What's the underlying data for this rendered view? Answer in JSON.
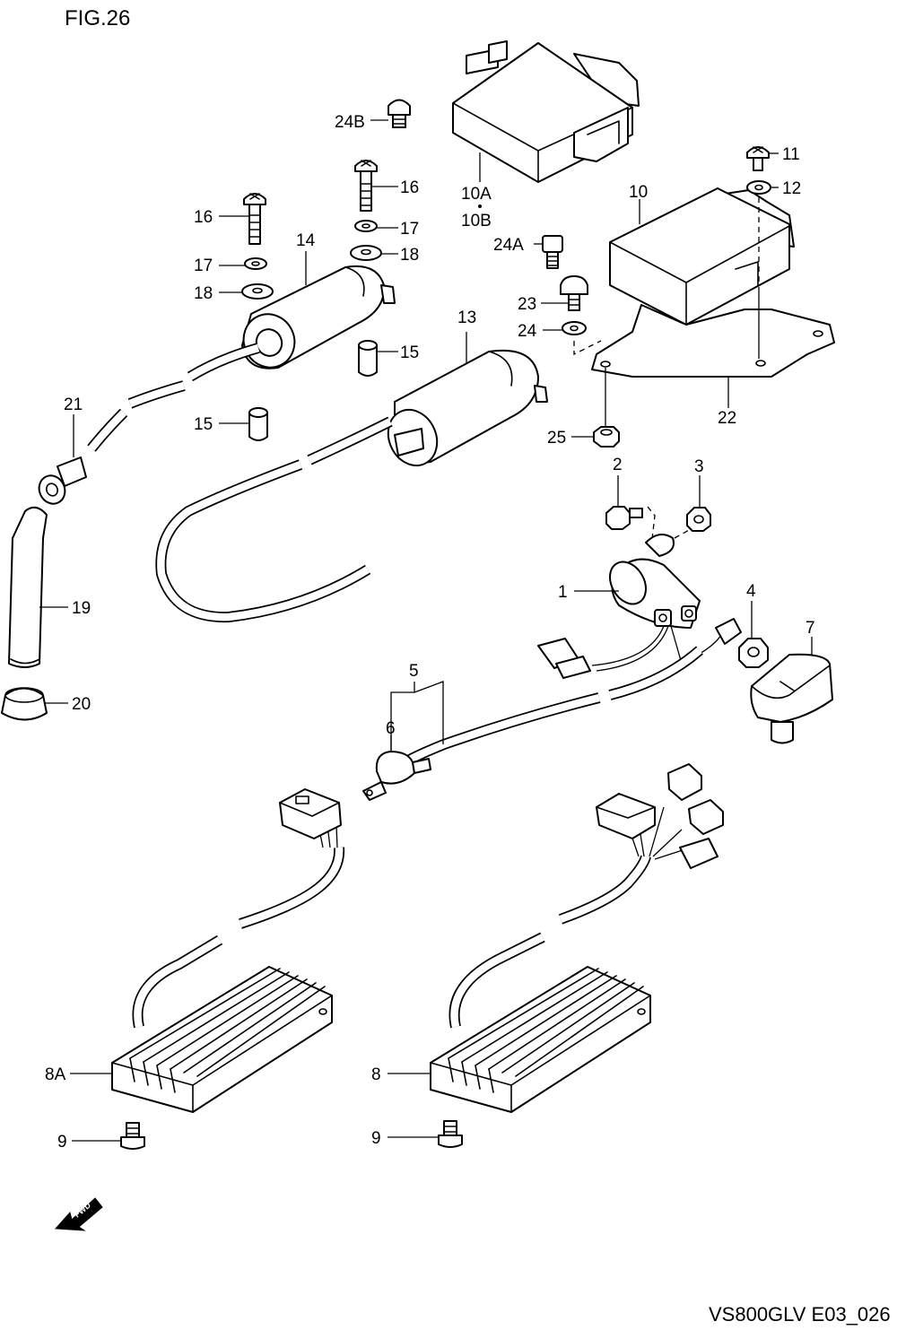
{
  "figure_title": "FIG.26",
  "drawing_code": "VS800GLV E03_026",
  "fwd_label": "FWD",
  "labels": {
    "l1": "1",
    "l2": "2",
    "l3": "3",
    "l4": "4",
    "l5": "5",
    "l6": "6",
    "l7": "7",
    "l8": "8",
    "l8a": "8A",
    "l9a": "9",
    "l9b": "9",
    "l10": "10",
    "l10a": "10A",
    "l10b": "10B",
    "l11": "11",
    "l12": "12",
    "l13": "13",
    "l14": "14",
    "l15a": "15",
    "l15b": "15",
    "l16a": "16",
    "l16b": "16",
    "l17a": "17",
    "l17b": "17",
    "l18a": "18",
    "l18b": "18",
    "l19": "19",
    "l20": "20",
    "l21": "21",
    "l22": "22",
    "l23": "23",
    "l24": "24",
    "l24a": "24A",
    "l24b": "24B",
    "l25": "25"
  }
}
